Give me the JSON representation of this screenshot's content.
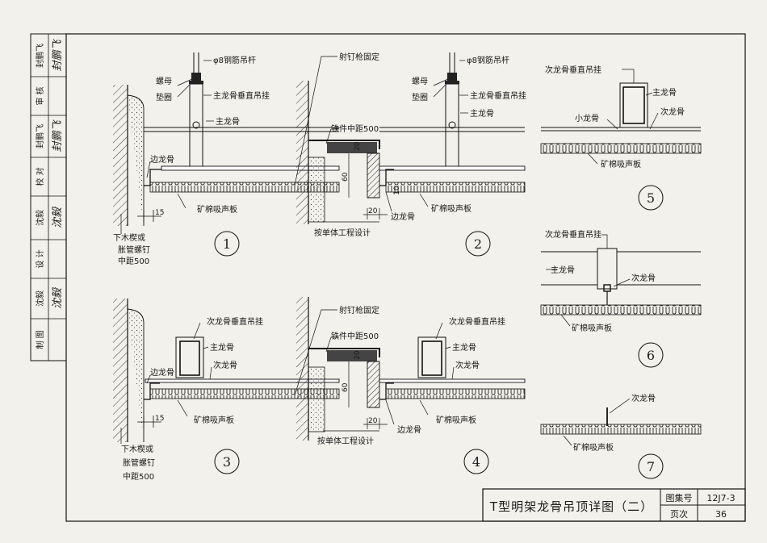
{
  "sidebar": {
    "rows": [
      {
        "role": "审 核",
        "name": "封鹏飞"
      },
      {
        "role": "校 对",
        "name": "封鹏飞"
      },
      {
        "role": "设 计",
        "name": "沈毅"
      },
      {
        "role": "制 图",
        "name": "沈毅"
      }
    ]
  },
  "labels": {
    "rod": "φ8钢筋吊杆",
    "nut": "螺母",
    "washer": "垫圈",
    "main_hanger": "主龙骨垂直吊挂",
    "main_keel": "主龙骨",
    "edge_keel": "边龙骨",
    "board": "矿棉吸声板",
    "wedge_1": "下木楔或",
    "wedge_2": "胀管螺钉",
    "wedge_3": "中距500",
    "nail_gun": "射钉枪固定",
    "iron_pitch": "铁件中距500",
    "per_project": "按单体工程设计",
    "sec_keel": "次龙骨",
    "sec_hanger": "次龙骨垂直吊挂",
    "small_keel": "小龙骨"
  },
  "dims": {
    "d15": "15",
    "d20": "20",
    "d60": "60",
    "d10": "10"
  },
  "details": [
    "1",
    "2",
    "3",
    "4",
    "5",
    "6",
    "7"
  ],
  "title_block": {
    "title": "T型明架龙骨吊顶详图（二）",
    "atlas_label": "图集号",
    "atlas_value": "12J7-3",
    "page_label": "页次",
    "page_value": "36"
  }
}
